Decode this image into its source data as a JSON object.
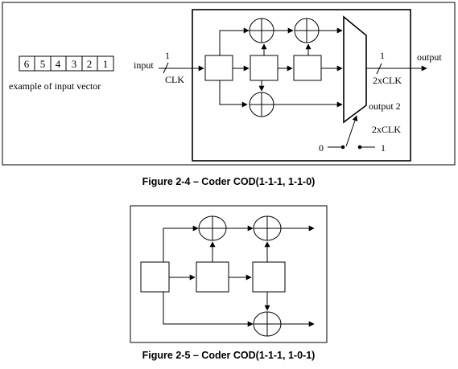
{
  "figure_top": {
    "input_vector_cells": [
      "6",
      "5",
      "4",
      "3",
      "2",
      "1"
    ],
    "input_vector_caption": "example of input vector",
    "input_label": "input",
    "input_width_label": "1",
    "clk_label": "CLK",
    "output_label": "output",
    "output_width_label": "1",
    "output_clk_label": "2xCLK",
    "mux_output_label": "output 2",
    "switch_clk_label": "2xCLK",
    "switch_zero_label": "0",
    "switch_one_label": "1",
    "caption": "Figure 2-4 – Coder COD(1-1-1, 1-1-0)"
  },
  "figure_bottom": {
    "caption": "Figure 2-5 – Coder COD(1-1-1, 1-0-1)"
  }
}
